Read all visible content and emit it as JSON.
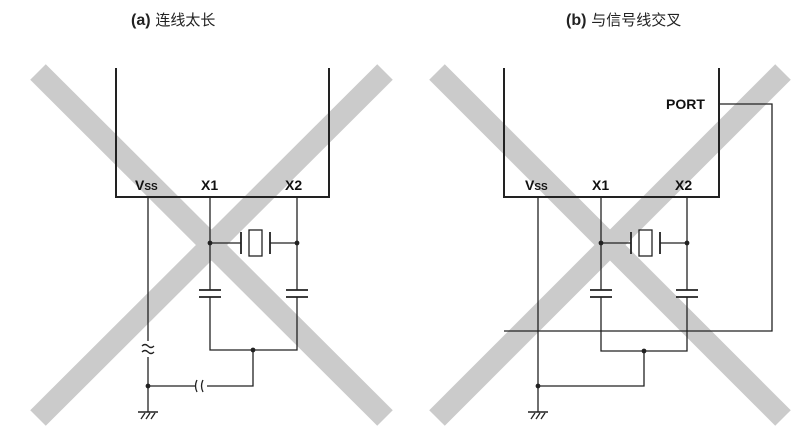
{
  "panel_a": {
    "tag": "(a)",
    "title": "连线太长",
    "pin_vss_main": "V",
    "pin_vss_sub": "SS",
    "pin_x1": "X1",
    "pin_x2": "X2"
  },
  "panel_b": {
    "tag": "(b)",
    "title": "与信号线交叉",
    "pin_vss_main": "V",
    "pin_vss_sub": "SS",
    "pin_x1": "X1",
    "pin_x2": "X2",
    "port_label": "PORT"
  },
  "colors": {
    "cross": "#cbcbcb",
    "wire": "#222222"
  }
}
